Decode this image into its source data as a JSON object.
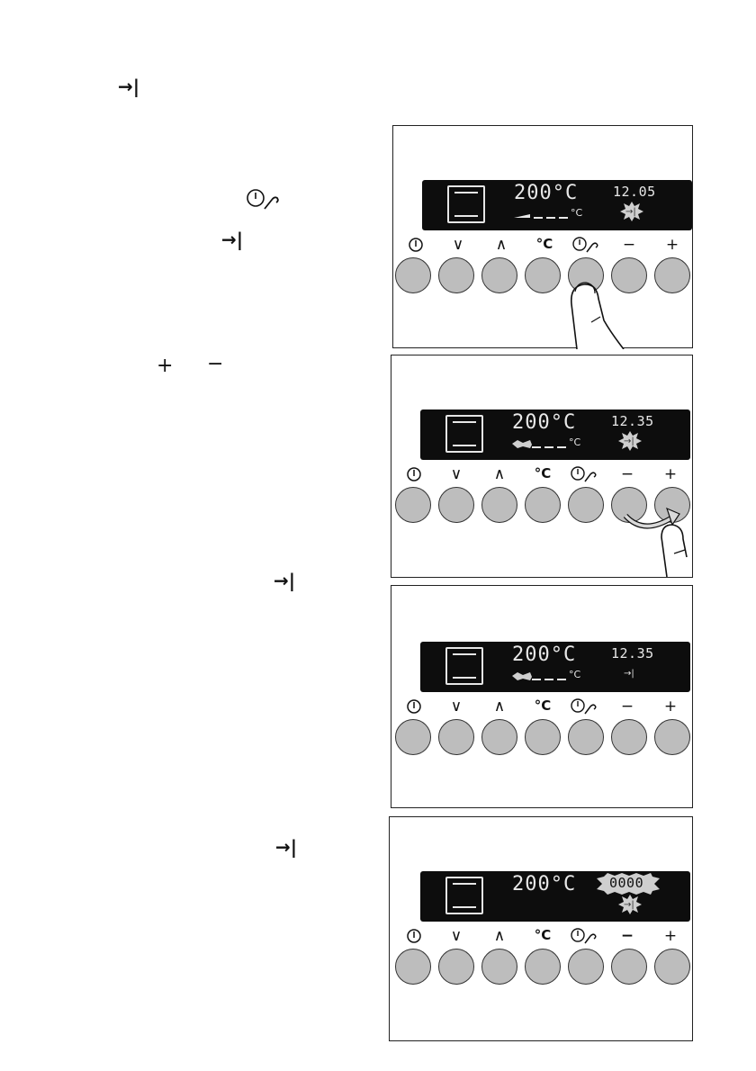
{
  "left_symbols": {
    "end_arrow_1": "→|",
    "end_arrow_2": "→|",
    "end_arrow_3": "→|",
    "end_arrow_4": "→|",
    "plus": "+",
    "minus": "−"
  },
  "button_labels": [
    "",
    "∨",
    "∧",
    "°C",
    "",
    "−",
    "+"
  ],
  "panels": [
    {
      "temp": "200°C",
      "clock": "12.05",
      "unit": "°C",
      "end_arrow": "→|"
    },
    {
      "temp": "200°C",
      "clock": "12.35",
      "unit": "°C",
      "end_arrow": "→|"
    },
    {
      "temp": "200°C",
      "clock": "12.35",
      "unit": "°C",
      "end_arrow": "→|"
    },
    {
      "temp": "200°C",
      "clock": "0000",
      "unit": "",
      "end_arrow": "→|"
    }
  ],
  "colors": {
    "button": "#bdbdbd",
    "display": "#0d0d0d",
    "segment": "#e8e8e8"
  },
  "icons": [
    "power-icon",
    "down-chevron-icon",
    "up-chevron-icon",
    "celsius-icon",
    "clock-probe-icon",
    "minus-icon",
    "plus-icon",
    "end-time-arrow-icon",
    "pointing-finger-icon",
    "swipe-arrow-icon",
    "flash-burst-icon"
  ]
}
